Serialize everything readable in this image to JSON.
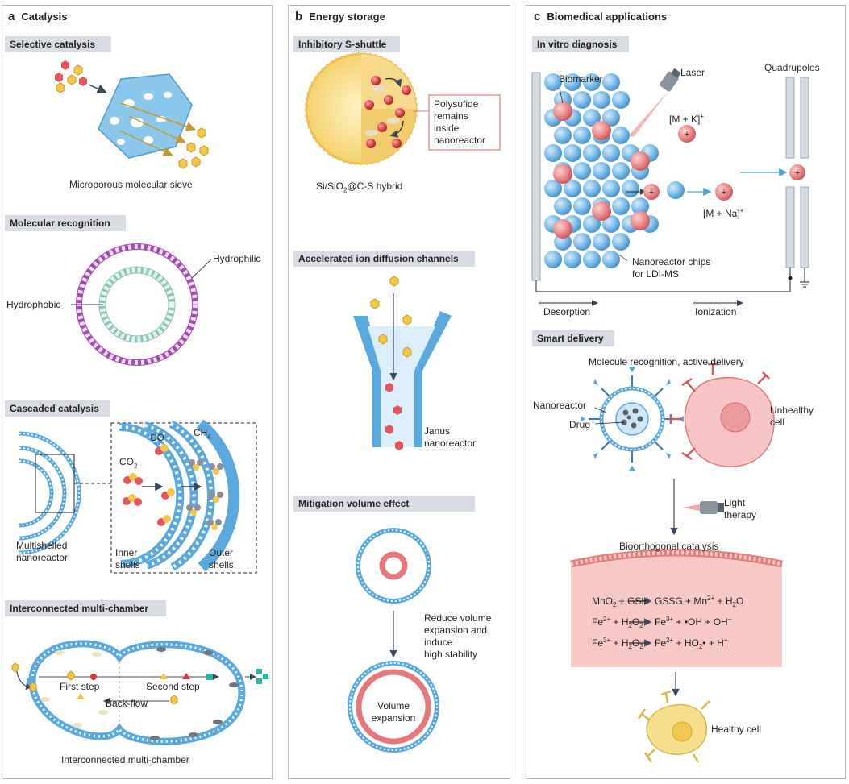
{
  "panel_a": {
    "letter": "a",
    "title": "Catalysis",
    "selective": {
      "label": "Selective catalysis",
      "caption": "Microporous molecular sieve"
    },
    "recognition": {
      "label": "Molecular recognition",
      "hydrophilic": "Hydrophilic",
      "hydrophobic": "Hydrophobic"
    },
    "cascaded": {
      "label": "Cascaded catalysis",
      "co": "CO",
      "co2": "CO",
      "co2_sub": "2",
      "ch4": "CH",
      "ch4_sub": "4",
      "multishelled": [
        "Multishelled",
        "nanoreactor"
      ],
      "inner": [
        "Inner",
        "shells"
      ],
      "outer": [
        "Outer",
        "shells"
      ]
    },
    "interconnected": {
      "label": "Interconnected multi-chamber",
      "first_step": "First step",
      "second_step": "Second step",
      "back_flow": "Back-flow",
      "caption": "Interconnected multi-chamber"
    }
  },
  "panel_b": {
    "letter": "b",
    "title": "Energy storage",
    "shuttle": {
      "label": "Inhibitory S-shuttle",
      "callout": [
        "Polysufide",
        "remains",
        "inside",
        "nanoreactor"
      ],
      "hybrid_pre": "Si/SiO",
      "hybrid_sub": "2",
      "hybrid_post": "@C-S hybrid"
    },
    "channels": {
      "label": "Accelerated ion diffusion channels",
      "janus": [
        "Janus",
        "nanoreactor"
      ]
    },
    "mitigation": {
      "label": "Mitigation volume effect",
      "reduce": [
        "Reduce volume",
        "expansion and",
        "induce",
        "high stability"
      ],
      "volume": [
        "Volume",
        "expansion"
      ]
    }
  },
  "panel_c": {
    "letter": "c",
    "title": "Biomedical applications",
    "diagnosis": {
      "label": "In vitro diagnosis",
      "biomarker": "Biomarker",
      "laser": "Laser",
      "quadrupoles": "Quadrupoles",
      "mk": "[M + K]",
      "mna": "[M + Na]",
      "plus_sup": "+",
      "chips": [
        "Nanoreactor chips",
        "for LDI-MS"
      ],
      "desorption": "Desorption",
      "ionization": "Ionization"
    },
    "delivery": {
      "label": "Smart delivery",
      "recognition": "Molecule recognition, active delivery",
      "nanoreactor": "Nanoreactor",
      "drug": "Drug",
      "unhealthy": [
        "Unhealthy",
        "cell"
      ],
      "light": [
        "Light",
        "therapy"
      ],
      "bioorthogonal": "Bioorthogonal catalysis",
      "healthy": "Healthy cell"
    }
  },
  "colors": {
    "blue": "#5aa9de",
    "light_blue": "#a9d3ef",
    "pink": "#e5787a",
    "yellow": "#f3c64a",
    "label_bg": "#d9dde3",
    "cell_pink": "#f6bcbc",
    "purple": "#a24bb1"
  }
}
